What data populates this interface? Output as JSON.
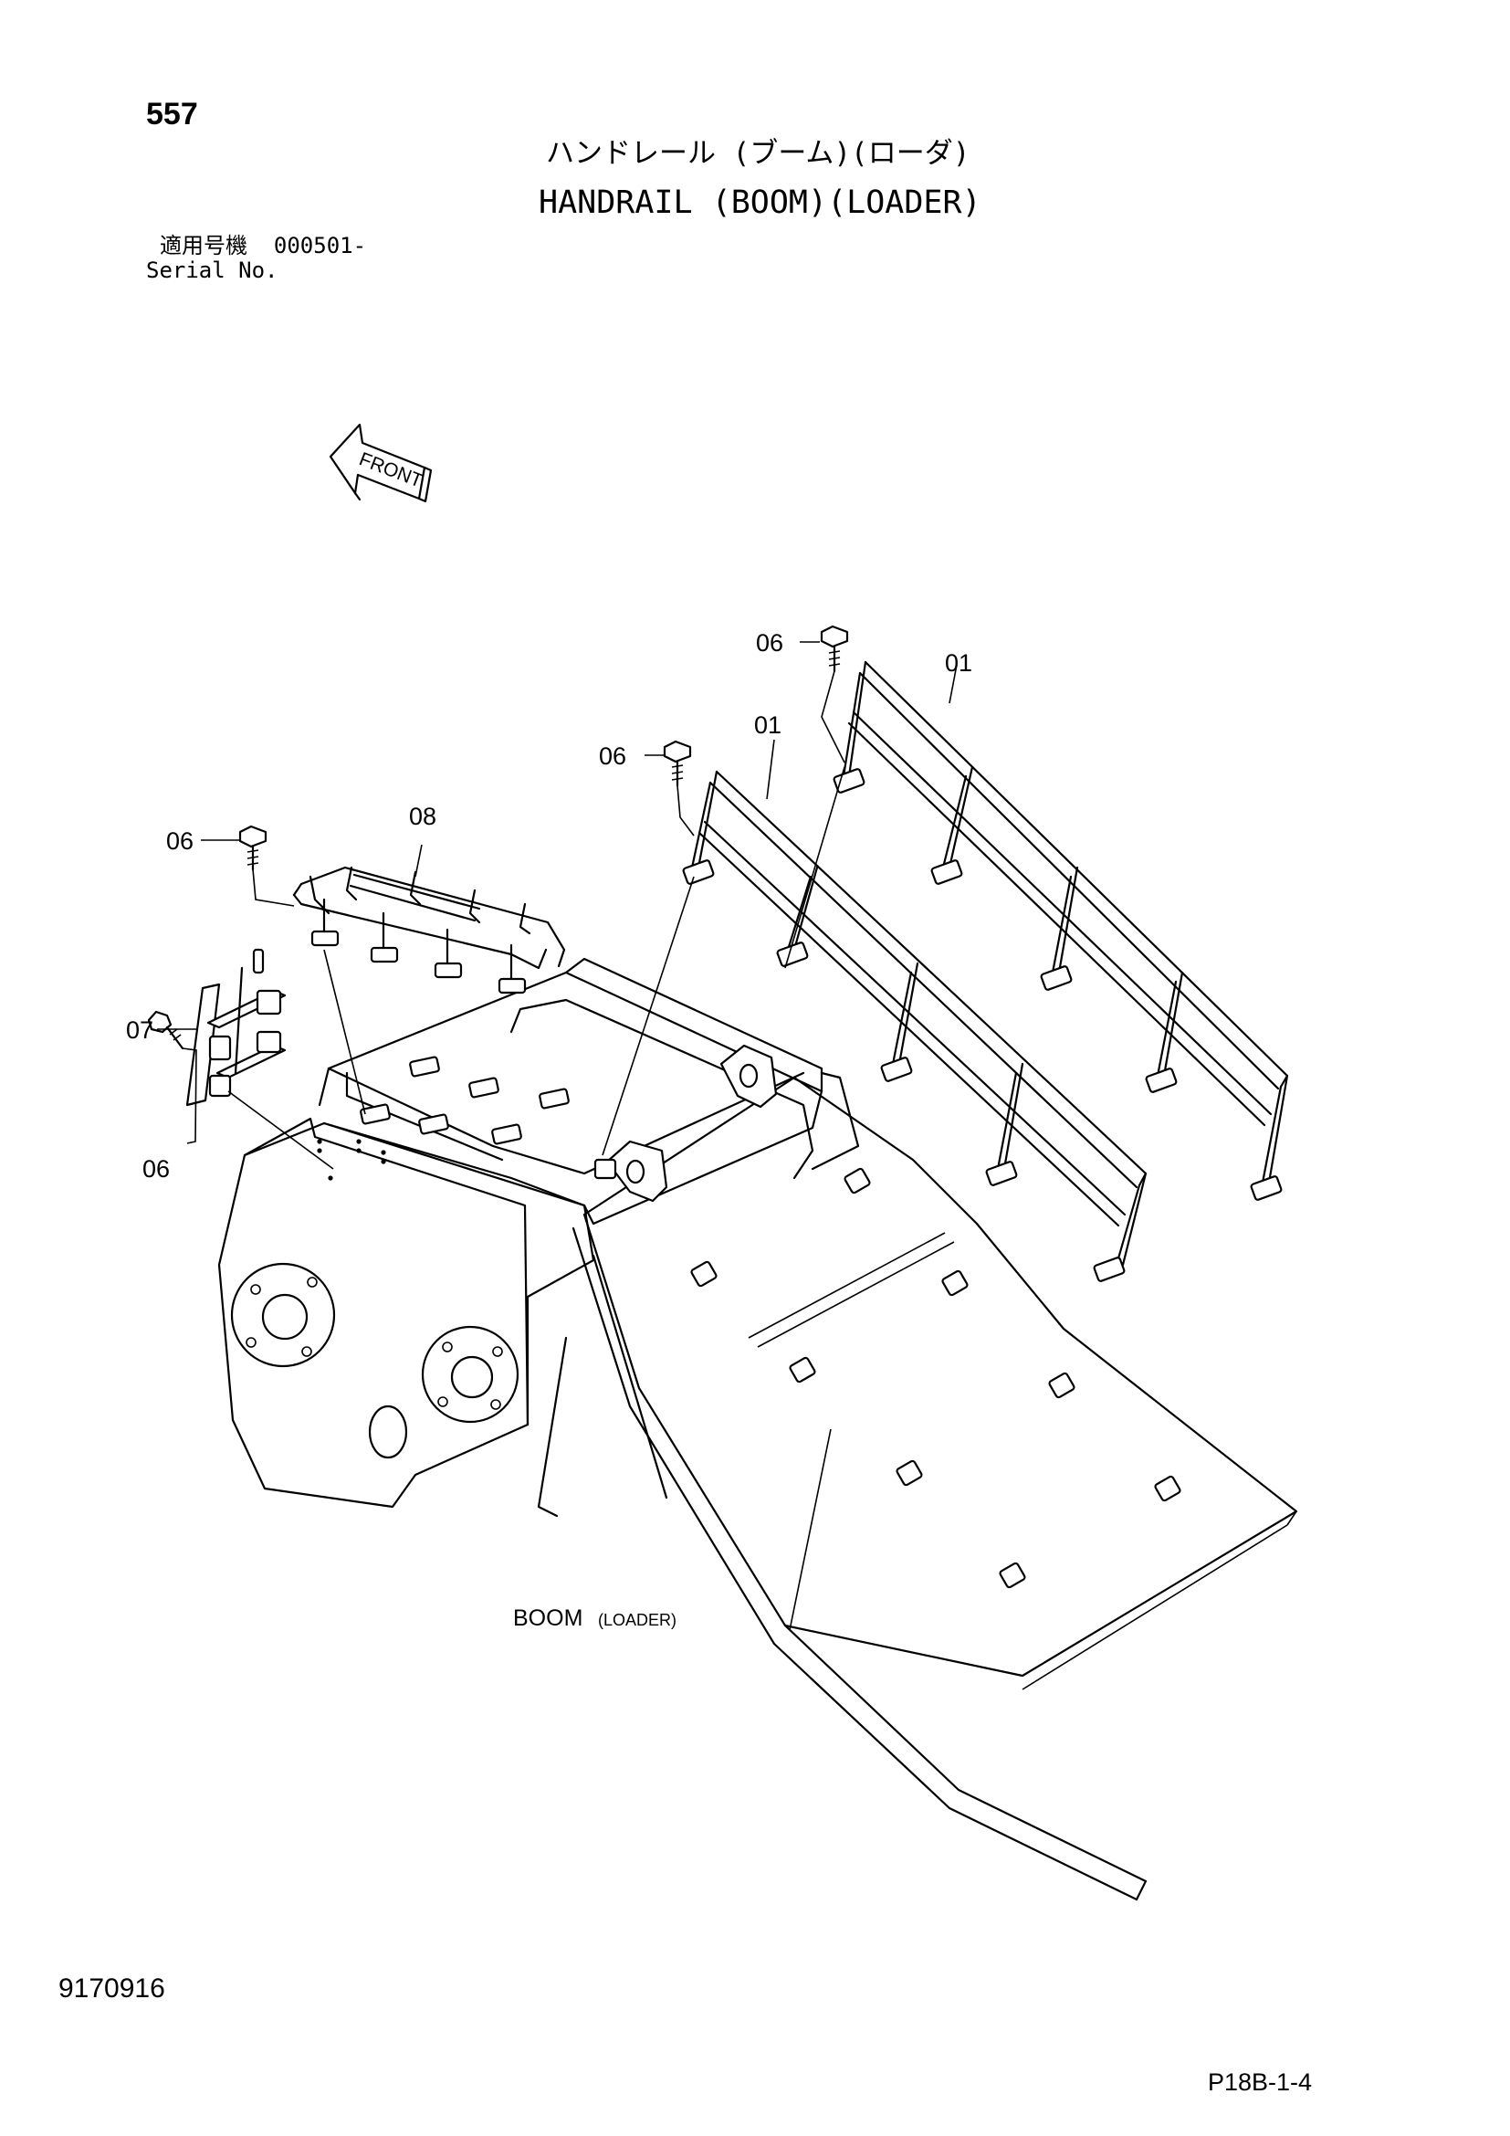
{
  "header": {
    "page_number": "557",
    "title_jp": "ハンドレール (ブーム)(ローダ)",
    "title_en": "HANDRAIL (BOOM)(LOADER)",
    "serial_label_jp": "適用号機",
    "serial_value": "000501-",
    "serial_label_en": "Serial No."
  },
  "diagram": {
    "front_label": "FRONT",
    "callouts": {
      "handrail_right": "01",
      "handrail_left": "01",
      "bolt_top": "06",
      "bolt_mid": "06",
      "bolt_left": "06",
      "bolt_bottom": "06",
      "bracket": "07",
      "handrail_front": "08"
    },
    "component_main": "BOOM",
    "component_sub": "(LOADER)"
  },
  "footer": {
    "doc_id": "9170916",
    "page_code": "P18B-1-4"
  }
}
